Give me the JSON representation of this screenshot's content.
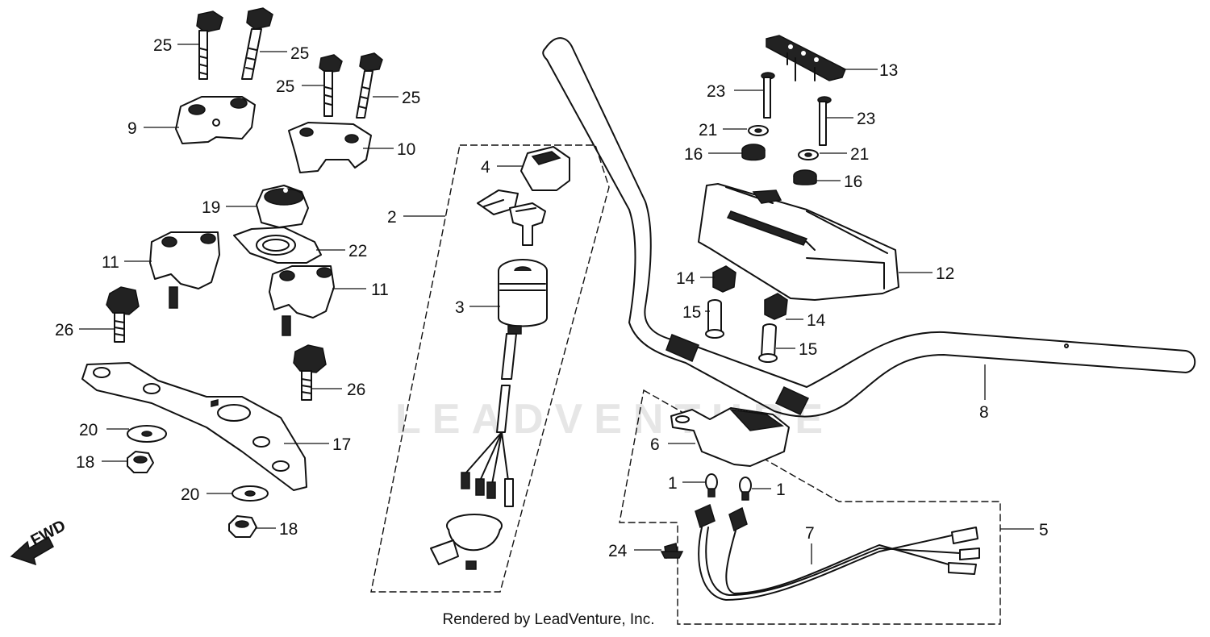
{
  "diagram": {
    "callouts": [
      {
        "id": "c1a",
        "text": "1"
      },
      {
        "id": "c1b",
        "text": "1"
      },
      {
        "id": "c2",
        "text": "2"
      },
      {
        "id": "c3",
        "text": "3"
      },
      {
        "id": "c4",
        "text": "4"
      },
      {
        "id": "c5",
        "text": "5"
      },
      {
        "id": "c6",
        "text": "6"
      },
      {
        "id": "c7",
        "text": "7"
      },
      {
        "id": "c8",
        "text": "8"
      },
      {
        "id": "c9",
        "text": "9"
      },
      {
        "id": "c10",
        "text": "10"
      },
      {
        "id": "c11a",
        "text": "11"
      },
      {
        "id": "c11b",
        "text": "11"
      },
      {
        "id": "c12",
        "text": "12"
      },
      {
        "id": "c13",
        "text": "13"
      },
      {
        "id": "c14a",
        "text": "14"
      },
      {
        "id": "c14b",
        "text": "14"
      },
      {
        "id": "c15a",
        "text": "15"
      },
      {
        "id": "c15b",
        "text": "15"
      },
      {
        "id": "c16a",
        "text": "16"
      },
      {
        "id": "c16b",
        "text": "16"
      },
      {
        "id": "c17",
        "text": "17"
      },
      {
        "id": "c18a",
        "text": "18"
      },
      {
        "id": "c18b",
        "text": "18"
      },
      {
        "id": "c19",
        "text": "19"
      },
      {
        "id": "c20a",
        "text": "20"
      },
      {
        "id": "c20b",
        "text": "20"
      },
      {
        "id": "c21a",
        "text": "21"
      },
      {
        "id": "c21b",
        "text": "21"
      },
      {
        "id": "c22",
        "text": "22"
      },
      {
        "id": "c23a",
        "text": "23"
      },
      {
        "id": "c23b",
        "text": "23"
      },
      {
        "id": "c24",
        "text": "24"
      },
      {
        "id": "c25a",
        "text": "25"
      },
      {
        "id": "c25b",
        "text": "25"
      },
      {
        "id": "c25c",
        "text": "25"
      },
      {
        "id": "c25d",
        "text": "25"
      },
      {
        "id": "c26a",
        "text": "26"
      },
      {
        "id": "c26b",
        "text": "26"
      }
    ],
    "fwd_label": "FWD",
    "watermark": "LEADVENTURE",
    "footer": "Rendered by LeadVenture, Inc."
  }
}
